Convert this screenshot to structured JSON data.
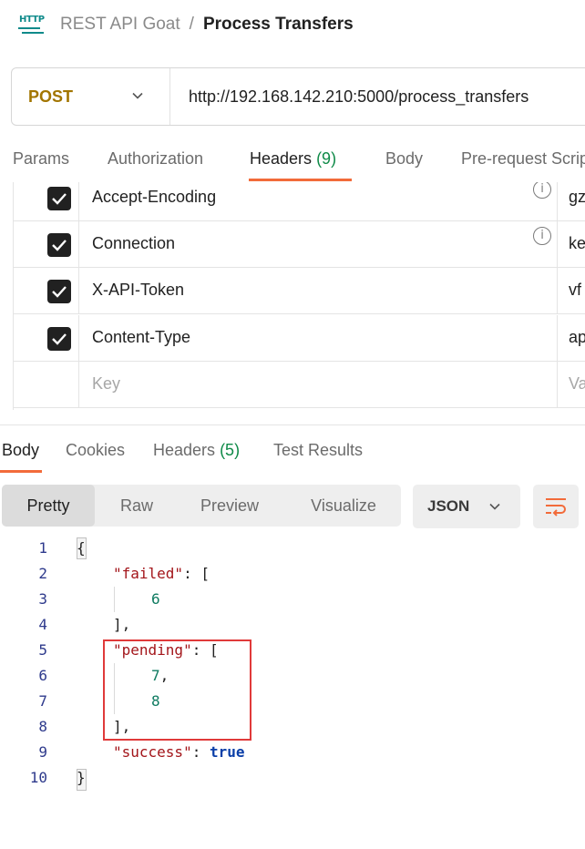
{
  "breadcrumb": {
    "icon": "http-icon",
    "parent": "REST API Goat",
    "separator": "/",
    "current": "Process Transfers"
  },
  "request": {
    "method": "POST",
    "url": "http://192.168.142.210:5000/process_transfers"
  },
  "request_tabs": [
    {
      "label": "Params"
    },
    {
      "label": "Authorization"
    },
    {
      "label": "Headers",
      "count": "(9)",
      "active": true
    },
    {
      "label": "Body"
    },
    {
      "label": "Pre-request Script"
    }
  ],
  "headers": [
    {
      "checked": true,
      "key": "Accept-Encoding",
      "info": true,
      "value": "gzip"
    },
    {
      "checked": true,
      "key": "Connection",
      "info": true,
      "value": "keep-alive"
    },
    {
      "checked": true,
      "key": "X-API-Token",
      "info": false,
      "value": "vf"
    },
    {
      "checked": true,
      "key": "Content-Type",
      "info": false,
      "value": "application/json"
    },
    {
      "checked": false,
      "key_placeholder": "Key",
      "value_placeholder": "Value"
    }
  ],
  "response_tabs": [
    {
      "label": "Body",
      "active": true
    },
    {
      "label": "Cookies"
    },
    {
      "label": "Headers",
      "count": "(5)"
    },
    {
      "label": "Test Results"
    }
  ],
  "view_modes": [
    "Pretty",
    "Raw",
    "Preview",
    "Visualize"
  ],
  "active_view": "Pretty",
  "format": "JSON",
  "code_lines": [
    {
      "num": "1",
      "text": "{"
    },
    {
      "num": "2",
      "key": "\"failed\"",
      "rest": ": ["
    },
    {
      "num": "3",
      "number": "6"
    },
    {
      "num": "4",
      "text": "],"
    },
    {
      "num": "5",
      "key": "\"pending\"",
      "rest": ": ["
    },
    {
      "num": "6",
      "number": "7",
      "rest": ","
    },
    {
      "num": "7",
      "number": "8"
    },
    {
      "num": "8",
      "text": "],"
    },
    {
      "num": "9",
      "key": "\"success\"",
      "rest": ": ",
      "bool": "true"
    },
    {
      "num": "10",
      "text": "}"
    }
  ],
  "colors": {
    "accent": "#f26b3a",
    "method_post": "#a27500",
    "count_green": "#0f8a48",
    "highlight_box": "#e03a3a"
  }
}
